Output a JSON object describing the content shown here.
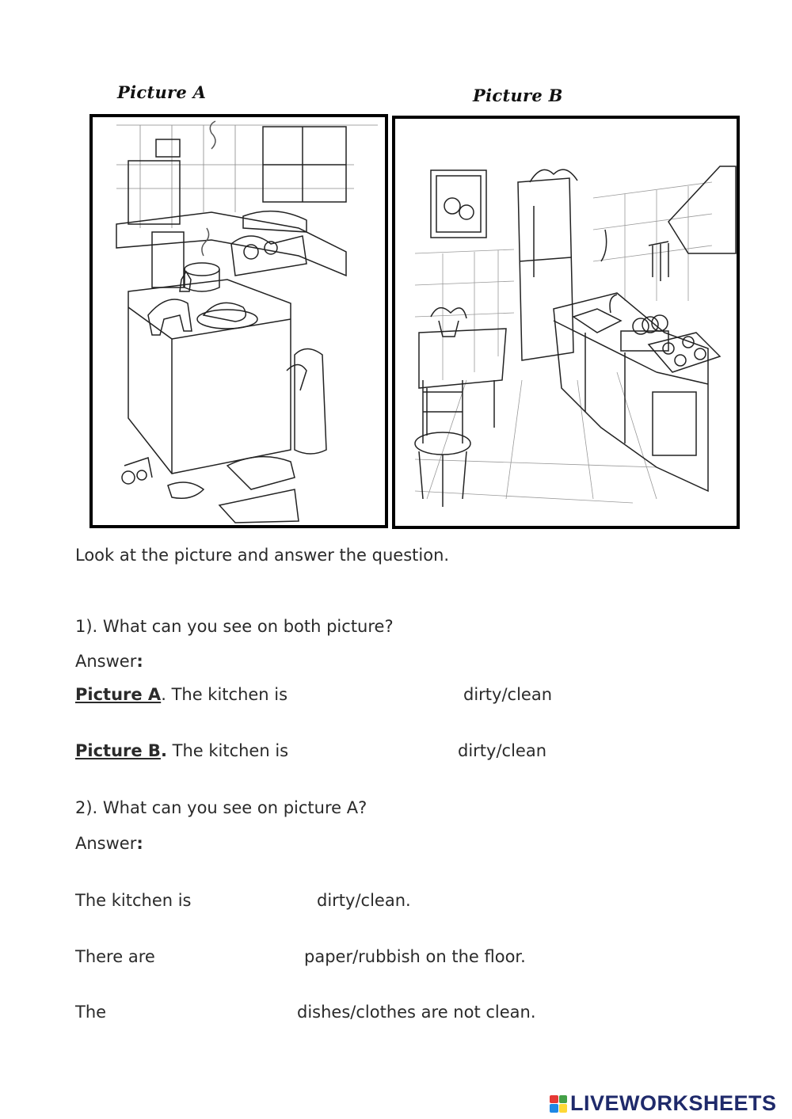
{
  "pictures": {
    "a_label": "Picture A",
    "b_label": "Picture B"
  },
  "instruction": "Look at the picture and answer the question.",
  "q1": {
    "question": "1). What can you see on both picture?",
    "answer_label": "Answer",
    "answer_colon": ":",
    "line_a": {
      "label": "Picture A",
      "punct": ".",
      "text": " The kitchen is",
      "options": "dirty/clean"
    },
    "line_b": {
      "label": "Picture B",
      "punct": ".",
      "text": " The kitchen is",
      "options": "dirty/clean"
    }
  },
  "q2": {
    "question": "2). What can you see on picture A?",
    "answer_label": "Answer",
    "answer_colon": ":",
    "lines": [
      {
        "text": "The kitchen is",
        "options": "dirty/clean."
      },
      {
        "text": "There are",
        "options": "paper/rubbish on the floor."
      },
      {
        "text": "The",
        "options": "dishes/clothes are not clean."
      }
    ]
  },
  "brand": {
    "text": "LIVEWORKSHEETS",
    "colors": [
      "#e53935",
      "#43a047",
      "#1e88e5",
      "#fdd835"
    ]
  }
}
